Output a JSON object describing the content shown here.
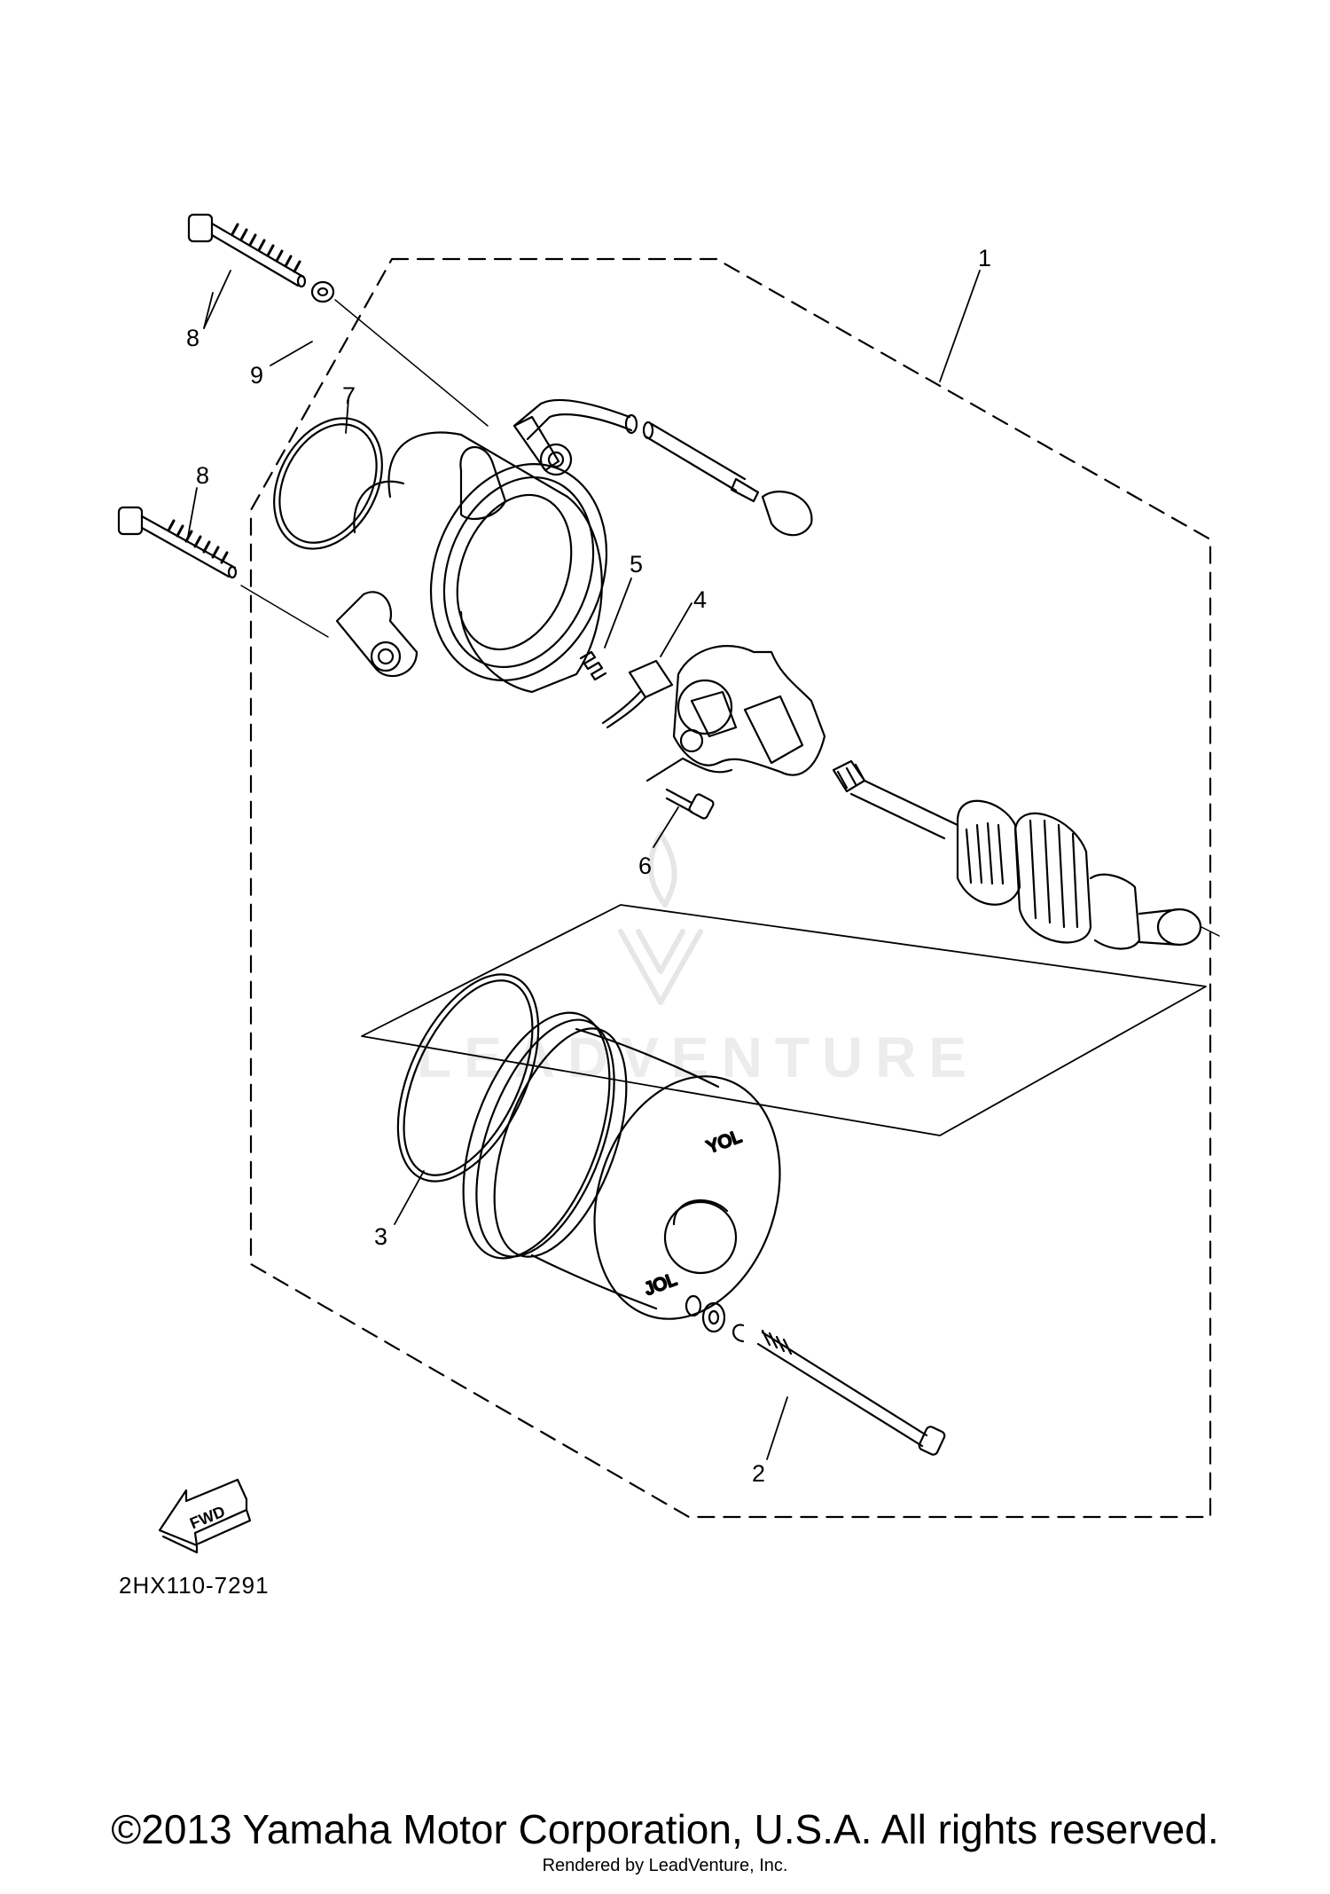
{
  "diagram": {
    "part_callouts": [
      "1",
      "2",
      "3",
      "4",
      "5",
      "6",
      "7",
      "8",
      "8",
      "9"
    ],
    "fwd_label": "FWD",
    "diagram_code": "2HX110-7291",
    "watermark_text": "LEADVENTURE"
  },
  "footer": {
    "copyright": "©2013 Yamaha Motor Corporation, U.S.A. All rights reserved.",
    "rendered_by": "Rendered by LeadVenture, Inc."
  }
}
